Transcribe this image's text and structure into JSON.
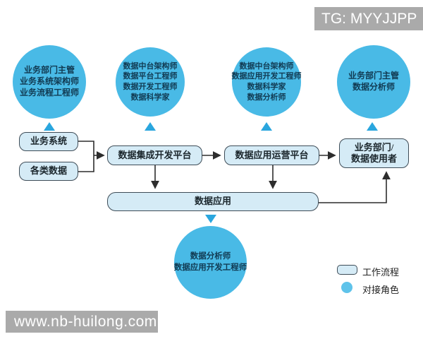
{
  "badges": {
    "tg": "TG: MYYJJPP",
    "watermark": "www.nb-huilong.com"
  },
  "roles": [
    {
      "id": "role-top-1",
      "lines": [
        "业务部门主管",
        "业务系统架构师",
        "业务流程工程师"
      ]
    },
    {
      "id": "role-top-2",
      "lines": [
        "数据中台架构师",
        "数据平台工程师",
        "数据开发工程师",
        "数据科学家"
      ]
    },
    {
      "id": "role-top-3",
      "lines": [
        "数据中台架构师",
        "数据应用开发工程师",
        "数据科学家",
        "数据分析师"
      ]
    },
    {
      "id": "role-top-4",
      "lines": [
        "业务部门主管",
        "数据分析师"
      ]
    },
    {
      "id": "role-bottom",
      "lines": [
        "数据分析师",
        "数据应用开发工程师"
      ]
    }
  ],
  "nodes": {
    "business_system": "业务系统",
    "various_data": "各类数据",
    "integration_platform": "数据集成开发平台",
    "operation_platform": "数据应用运营平台",
    "business_dept_line1": "业务部门/",
    "business_dept_line2": "数据使用者",
    "data_application": "数据应用"
  },
  "legend": {
    "workflow_label": "工作流程",
    "role_label": "对接角色"
  },
  "colors": {
    "circle_fill": "#49bae6",
    "triangle_fill": "#2aa6de",
    "box_fill": "#d5ebf6",
    "box_border": "#3e4c57",
    "connector_line": "#2d2d2d",
    "badge_bg": "#aaaaaa",
    "circle_text": "#113a52"
  }
}
